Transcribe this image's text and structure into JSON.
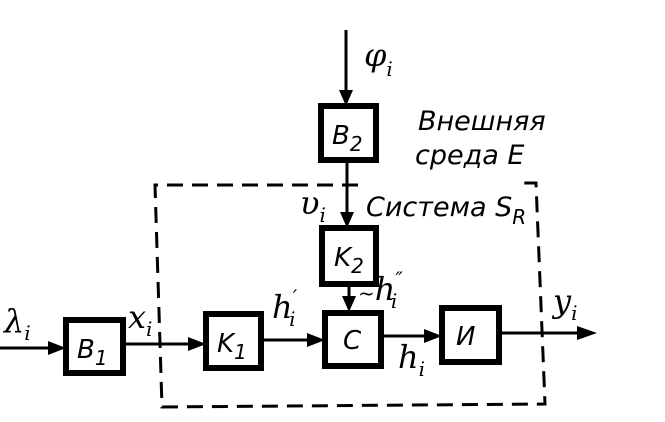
{
  "blocks": {
    "b2": {
      "letter": "B",
      "index": "2"
    },
    "k2": {
      "letter": "K",
      "index": "2"
    },
    "b1": {
      "letter": "B",
      "index": "1"
    },
    "k1": {
      "letter": "K",
      "index": "1"
    },
    "c": {
      "letter": "C"
    },
    "i": {
      "letter": "И"
    }
  },
  "signals": {
    "phi": {
      "symbol": "φ",
      "index": "i"
    },
    "lambda": {
      "symbol": "λ",
      "index": "i"
    },
    "x": {
      "symbol": "x",
      "index": "i"
    },
    "v": {
      "symbol": "υ",
      "index": "i"
    },
    "h1": {
      "symbol": "h",
      "prime": "′",
      "index": "i"
    },
    "h2": {
      "prefix": "~",
      "symbol": "h",
      "prime": "″",
      "index": "i"
    },
    "h": {
      "symbol": "h",
      "index": "i"
    },
    "y": {
      "symbol": "y",
      "index": "i"
    }
  },
  "environment": {
    "line1": "Внешняя",
    "line2": "среда E"
  },
  "system": {
    "name": "Система S",
    "index": "R"
  }
}
